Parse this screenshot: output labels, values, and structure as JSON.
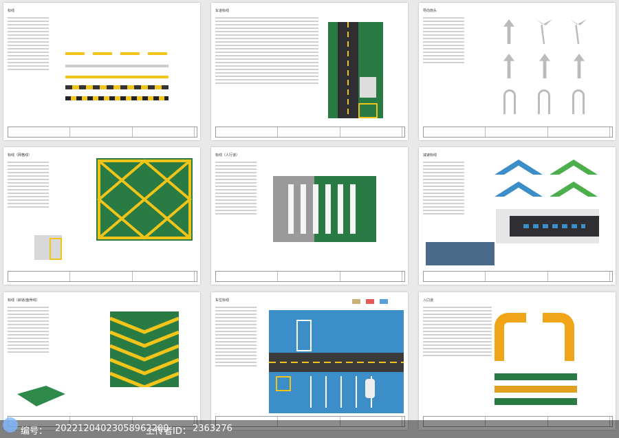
{
  "sheets": [
    {
      "title": "标线"
    },
    {
      "title": "车道标线"
    },
    {
      "title": "导向箭头"
    },
    {
      "title": "标线（网格线）"
    },
    {
      "title": "标线（人行道）"
    },
    {
      "title": "减速标线"
    },
    {
      "title": "标线（斜道/鱼骨线）"
    },
    {
      "title": "车位标线"
    },
    {
      "title": "入口道"
    }
  ],
  "footer": {
    "id_label": "编号：",
    "id_value": "20221204023058962200",
    "uploader_label": "上传者ID：",
    "uploader_value": "2363276"
  },
  "colors": {
    "green": "#2a7a43",
    "yellow": "#f0c419",
    "road": "#2e2e33",
    "blue": "#3b8ec7"
  }
}
